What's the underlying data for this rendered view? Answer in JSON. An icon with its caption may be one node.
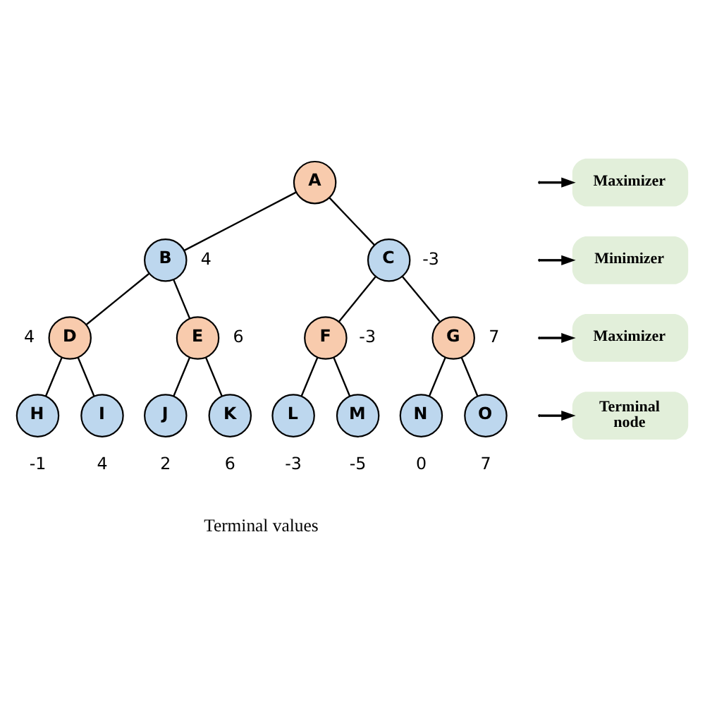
{
  "diagram": {
    "nodes": [
      {
        "text": [
          "A"
        ]
      },
      {
        "text": [
          "B"
        ],
        "beside": [
          "4"
        ]
      },
      {
        "text": [
          "C"
        ],
        "beside": [
          "-3"
        ]
      },
      {
        "text": [
          "D"
        ],
        "beside": [
          "4"
        ]
      },
      {
        "text": [
          "E"
        ],
        "beside": [
          "6"
        ]
      },
      {
        "text": [
          "F"
        ],
        "beside": [
          "-3"
        ]
      },
      {
        "text": [
          "G"
        ],
        "beside": [
          "7"
        ]
      },
      {
        "text": [
          "H"
        ],
        "beside": [
          "-1"
        ]
      },
      {
        "text": [
          "I"
        ],
        "beside": [
          "4"
        ]
      },
      {
        "text": [
          "J"
        ],
        "beside": [
          "2"
        ]
      },
      {
        "text": [
          "K"
        ],
        "beside": [
          "6"
        ]
      },
      {
        "text": [
          "L"
        ],
        "beside": [
          "-3"
        ]
      },
      {
        "text": [
          "M"
        ],
        "beside": [
          "-5"
        ]
      },
      {
        "text": [
          "N"
        ],
        "beside": [
          "0"
        ]
      },
      {
        "text": [
          "O"
        ],
        "beside": [
          "7"
        ]
      },
      {
        "text": [
          "Maximizer"
        ]
      },
      {
        "text": [
          "Minimizer"
        ]
      },
      {
        "text": [
          "Maximizer"
        ]
      },
      {
        "text": [
          "Terminal node"
        ]
      }
    ],
    "edges": [
      {
        "from": 0,
        "to": 1,
        "arrow": "none"
      },
      {
        "from": 0,
        "to": 2,
        "arrow": "none"
      },
      {
        "from": 1,
        "to": 3,
        "arrow": "none"
      },
      {
        "from": 1,
        "to": 4,
        "arrow": "none"
      },
      {
        "from": 2,
        "to": 5,
        "arrow": "none"
      },
      {
        "from": 2,
        "to": 6,
        "arrow": "none"
      },
      {
        "from": 3,
        "to": 7,
        "arrow": "none"
      },
      {
        "from": 3,
        "to": 8,
        "arrow": "none"
      },
      {
        "from": 4,
        "to": 9,
        "arrow": "none"
      },
      {
        "from": 4,
        "to": 10,
        "arrow": "none"
      },
      {
        "from": 5,
        "to": 11,
        "arrow": "none"
      },
      {
        "from": 5,
        "to": 12,
        "arrow": "none"
      },
      {
        "from": 6,
        "to": 13,
        "arrow": "none"
      },
      {
        "from": 6,
        "to": 14,
        "arrow": "none"
      },
      {
        "from": null,
        "to": 15,
        "arrow": "to"
      },
      {
        "from": null,
        "to": 16,
        "arrow": "to"
      },
      {
        "from": null,
        "to": 17,
        "arrow": "to"
      },
      {
        "from": null,
        "to": 18,
        "arrow": "to"
      }
    ],
    "labels": [
      "Terminal values"
    ]
  }
}
